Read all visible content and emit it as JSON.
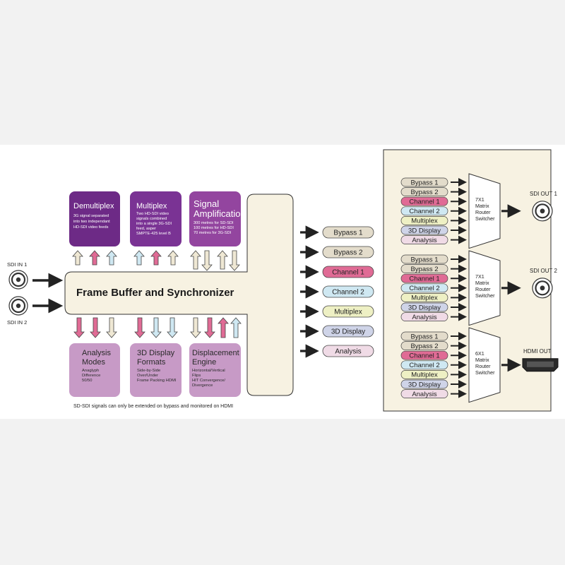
{
  "inputs": {
    "sdi_in_1": "SDI IN 1",
    "sdi_in_2": "SDI IN 2"
  },
  "frame_buffer": "Frame Buffer and Synchronizer",
  "top_boxes": [
    {
      "id": "demultiplex",
      "title": "Demultiplex",
      "desc": [
        "3G signal separated",
        "into two independant",
        "HD-SDI video feeds"
      ],
      "color": "#6d2a86"
    },
    {
      "id": "multiplex",
      "title": "Multiplex",
      "desc": [
        "Two HD-SDI video",
        "signals combined",
        "into a single 3G-SDI",
        "feed, asper",
        "SMPTE-425 level B"
      ],
      "color": "#7a3394"
    },
    {
      "id": "signal-amplification",
      "title_lines": [
        "Signal",
        "Amplification"
      ],
      "desc": [
        "300 metres for SD-SDI",
        "100 metres for HD-SDI",
        "70 metres for 3G-SDI"
      ],
      "color": "#93459f"
    }
  ],
  "bottom_boxes": [
    {
      "id": "analysis-modes",
      "title_lines": [
        "Analysis",
        "Modes"
      ],
      "desc": [
        "Anaglyph",
        "Difference",
        "50/50"
      ],
      "color": "#c79ac6"
    },
    {
      "id": "3d-display-formats",
      "title_lines": [
        "3D Display",
        "Formats"
      ],
      "desc": [
        "Side-by-Side",
        "Over/Under",
        "Frame Packing HDMI"
      ],
      "color": "#c79ac6"
    },
    {
      "id": "displacement-engine",
      "title_lines": [
        "Displacement",
        "Engine"
      ],
      "desc": [
        "Horizontal/Vertical",
        "Flips",
        "HIT Convergence/",
        "Divergence"
      ],
      "color": "#c79ac6"
    }
  ],
  "footnote": "SD-SDI signals can only be extended on bypass and monitored on HDMI",
  "outputs": [
    {
      "label": "Bypass 1",
      "color": "#e3dccb"
    },
    {
      "label": "Bypass 2",
      "color": "#e3dccb"
    },
    {
      "label": "Channel 1",
      "color": "#e06b95"
    },
    {
      "label": "Channel 2",
      "color": "#cfe8f2"
    },
    {
      "label": "Multiplex",
      "color": "#eef0c4"
    },
    {
      "label": "3D Display",
      "color": "#cfd4e8"
    },
    {
      "label": "Analysis",
      "color": "#f0dbe6"
    }
  ],
  "routers": [
    {
      "lines": [
        "7X1",
        "Matrix",
        "Router",
        "Switcher"
      ],
      "inputs": [
        "Bypass 1",
        "Bypass 2",
        "Channel 1",
        "Channel 2",
        "Multiplex",
        "3D Display",
        "Analysis"
      ],
      "output": "SDI OUT 1"
    },
    {
      "lines": [
        "7X1",
        "Matrix",
        "Router",
        "Switcher"
      ],
      "inputs": [
        "Bypass 1",
        "Bypass 2",
        "Channel 1",
        "Channel 2",
        "Multiplex",
        "3D Display",
        "Analysis"
      ],
      "output": "SDI OUT 2"
    },
    {
      "lines": [
        "6X1",
        "Matrix",
        "Router",
        "Switcher"
      ],
      "inputs": [
        "Bypass 1",
        "Bypass 2",
        "Channel 1",
        "Channel 2",
        "Multiplex",
        "3D Display",
        "Analysis"
      ],
      "output": "HDMI OUT"
    }
  ],
  "colors": {
    "cream": "#f7f2e2",
    "arrow_dark": "#222222",
    "arrow_pink": "#e06b95",
    "arrow_blue": "#cfe8f2",
    "arrow_cream": "#efe8d4"
  }
}
